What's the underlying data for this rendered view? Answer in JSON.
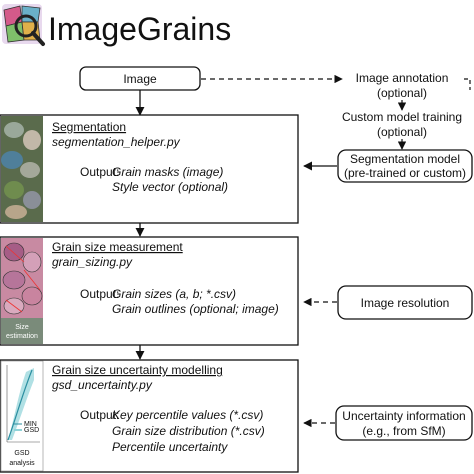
{
  "app": {
    "title": "ImageGrains"
  },
  "flow": {
    "image_label": "Image",
    "annotation": {
      "line1": "Image annotation",
      "line2": "(optional)"
    },
    "training": {
      "line1": "Custom model training",
      "line2": "(optional)"
    },
    "model": {
      "line1": "Segmentation model",
      "line2": "(pre-trained or custom)"
    },
    "resolution": "Image resolution",
    "uncertainty_info": {
      "line1": "Uncertainty information",
      "line2": "(e.g., from SfM)"
    }
  },
  "steps": {
    "segmentation": {
      "title": "Segmentation",
      "script": "segmentation_helper.py",
      "output_label": "Output:",
      "outputs": [
        "Grain masks (image)",
        "Style vector (optional)"
      ]
    },
    "sizing": {
      "title": "Grain size measurement",
      "script": "grain_sizing.py",
      "output_label": "Output:",
      "outputs": [
        "Grain sizes (a, b; *.csv)",
        "Grain outlines (optional; image)"
      ],
      "thumb_caption_1": "Size",
      "thumb_caption_2": "estimation"
    },
    "uncertainty": {
      "title": "Grain size uncertainty modelling",
      "script": "gsd_uncertainty.py",
      "output_label": "Output:",
      "outputs": [
        "Key percentile values (*.csv)",
        "Grain size distribution (*.csv)",
        "Percentile uncertainty"
      ],
      "thumb_caption_1": "GSD",
      "thumb_caption_2": "analysis",
      "legend": [
        "MIN",
        "GSD"
      ]
    }
  }
}
